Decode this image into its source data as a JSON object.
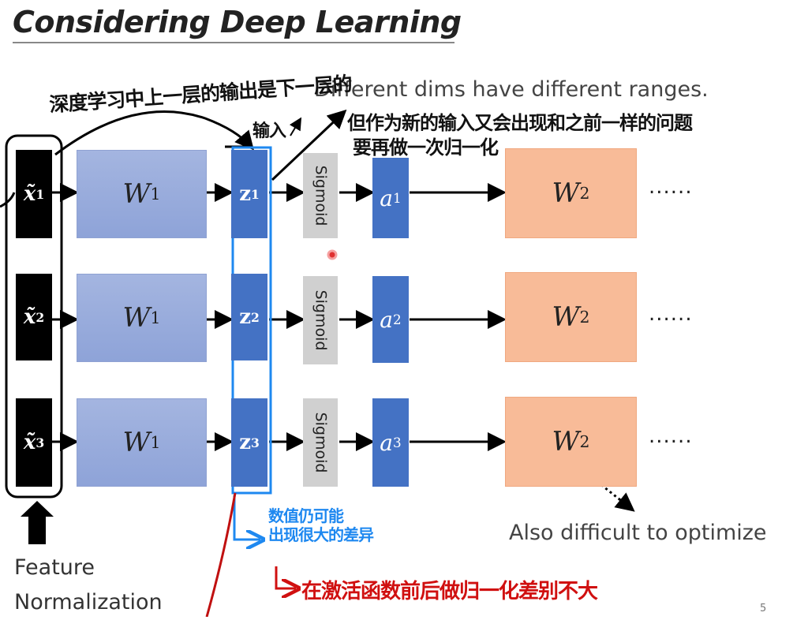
{
  "slide": {
    "title": "Considering Deep Learning",
    "note_top": "Different dims have different ranges.",
    "note_bottom": "Also difficult to optimize",
    "feature_label_line1": "Feature",
    "feature_label_line2": "Normalization",
    "page_number": "5"
  },
  "rows": [
    {
      "x": "x̃",
      "sup": "1",
      "w1": "W",
      "w1_sup": "1",
      "z": "z",
      "z_sup": "1",
      "sigmoid": "Sigmoid",
      "a": "a",
      "a_sup": "1",
      "w2": "W",
      "w2_sup": "2",
      "dots": "......"
    },
    {
      "x": "x̃",
      "sup": "2",
      "w1": "W",
      "w1_sup": "1",
      "z": "z",
      "z_sup": "2",
      "sigmoid": "Sigmoid",
      "a": "a",
      "a_sup": "2",
      "w2": "W",
      "w2_sup": "2",
      "dots": "......"
    },
    {
      "x": "x̃",
      "sup": "3",
      "w1": "W",
      "w1_sup": "1",
      "z": "z",
      "z_sup": "3",
      "sigmoid": "Sigmoid",
      "a": "a",
      "a_sup": "3",
      "w2": "W",
      "w2_sup": "2",
      "dots": "......"
    }
  ],
  "annotations": {
    "black_1_line1": "深度学习中上一层的输出是下一层的",
    "black_1_line2": "输入",
    "black_2_line1": "但作为新的输入又会出现和之前一样的问题",
    "black_2_line2": "要再做一次归一化",
    "blue_line1": "数值仍可能",
    "blue_line2": "出现很大的差异",
    "red": "在激活函数前后做归一化差别不大"
  },
  "colors": {
    "blue_box": "#4472c4",
    "w1": "#9aaedd",
    "w2": "#f8bb98",
    "sigmoid": "#d0d0d0",
    "annot_blue": "#1e88f0",
    "annot_red": "#d01010"
  }
}
